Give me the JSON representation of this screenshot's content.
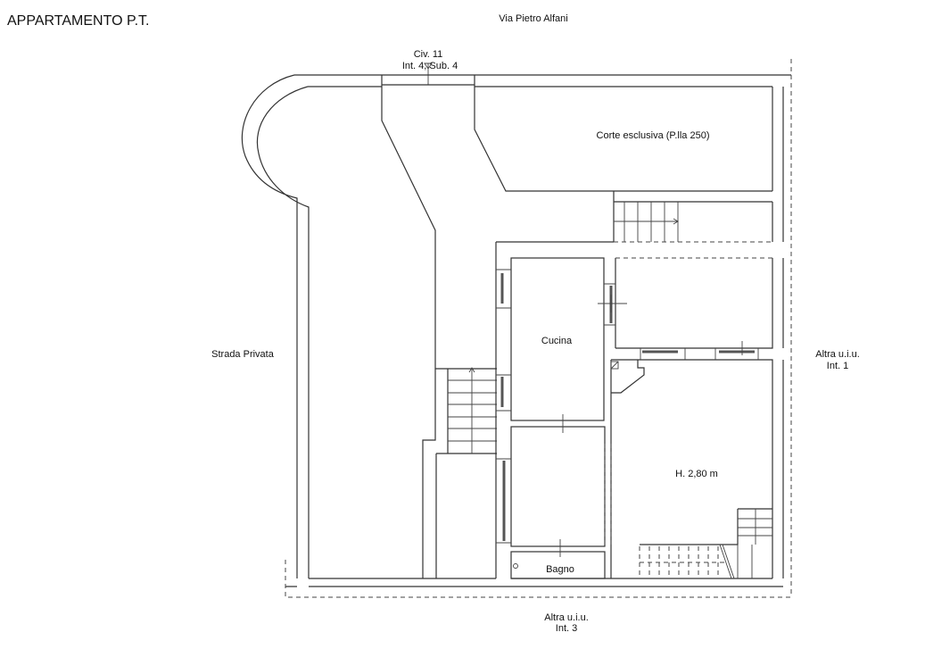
{
  "title": "APPARTAMENTO  P.T.",
  "labels": {
    "street_top": "Via Pietro Alfani",
    "civ": "Civ. 11",
    "int_sub": "Int. 4, Sub. 4",
    "corte": "Corte esclusiva  (P.lla 250)",
    "strada": "Strada Privata",
    "altra_right": "Altra u.i.u.",
    "altra_right_int": "Int. 1",
    "cucina": "Cucina",
    "height": "H. 2,80 m",
    "bagno": "Bagno",
    "altra_bottom": "Altra u.i.u.",
    "altra_bottom_int": "Int. 3"
  }
}
